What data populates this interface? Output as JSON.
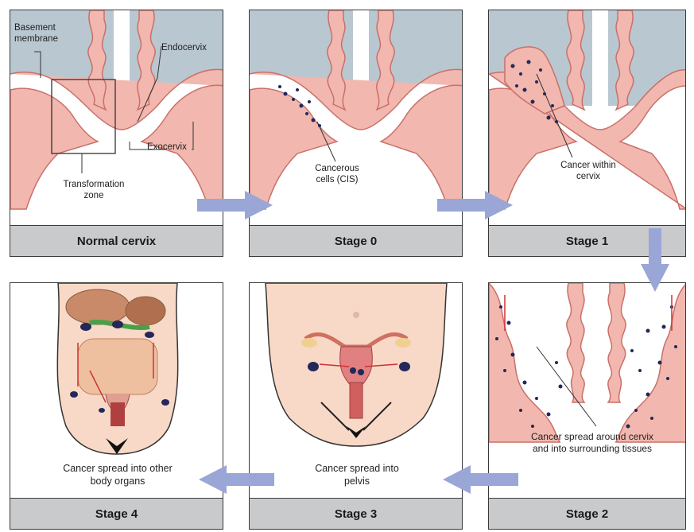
{
  "panels": {
    "normal": {
      "caption": "Normal cervix",
      "labels": {
        "basement": "Basement membrane",
        "endocervix": "Endocervix",
        "exocervix": "Exocervix",
        "transformation": "Transformation zone"
      }
    },
    "stage0": {
      "caption": "Stage 0",
      "label": "Cancerous cells (CIS)"
    },
    "stage1": {
      "caption": "Stage 1",
      "label": "Cancer within cervix"
    },
    "stage2": {
      "caption": "Stage 2",
      "label": "Cancer spread around cervix and into surrounding tissues"
    },
    "stage3": {
      "caption": "Stage 3",
      "label": "Cancer spread into pelvis"
    },
    "stage4": {
      "caption": "Stage 4",
      "label": "Cancer spread into other body organs"
    }
  },
  "colors": {
    "tissue": "#f2b7ae",
    "tissue_edge": "#c8706a",
    "lumen": "#b9c7d1",
    "cancer": "#23285a",
    "arrow": "#9aa6d6",
    "caption_bg": "#c9cacb",
    "skin": "#f8d8c6"
  }
}
